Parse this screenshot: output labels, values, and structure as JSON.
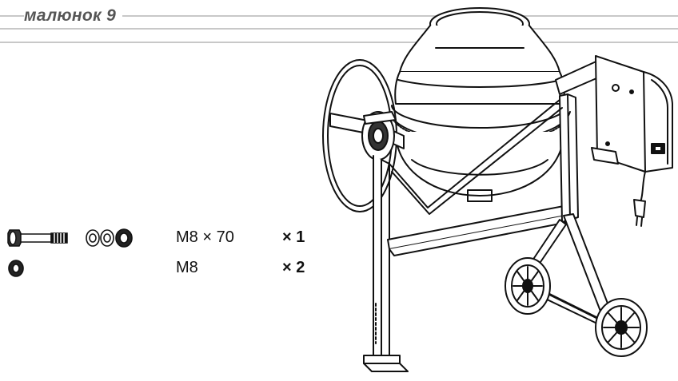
{
  "figure": {
    "title": "малюнок 9"
  },
  "parts": [
    {
      "icons": [
        "bolt-icon",
        "washer-icon",
        "washer-icon",
        "nut-icon"
      ],
      "size": "M8 × 70",
      "qty": "× 1"
    },
    {
      "icons": [
        "nut-icon"
      ],
      "size": "M8",
      "qty": "× 2"
    }
  ],
  "colors": {
    "rule": "#c8c8c8",
    "title": "#555555",
    "line": "#111111"
  }
}
